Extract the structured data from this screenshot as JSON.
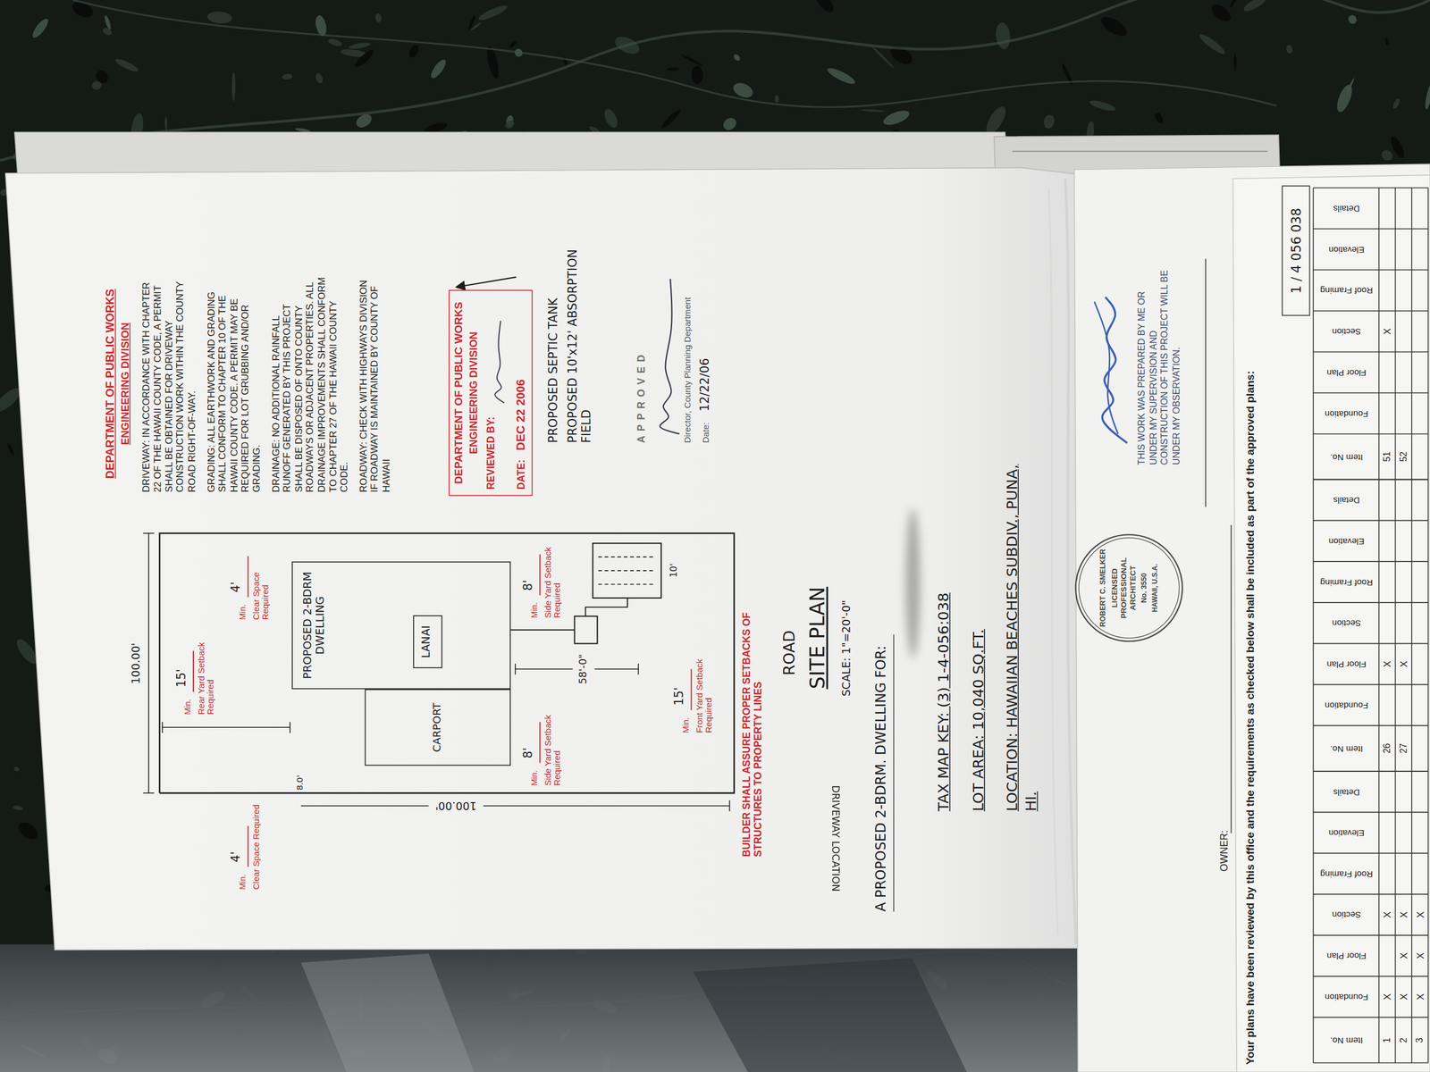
{
  "diagram": {
    "title": "SITE PLAN",
    "nodes": [
      {
        "text": [
          "DEPARTMENT OF PUBLIC WORKS",
          "ENGINEERING DIVISION",
          "REVIEWED BY:",
          "DATE:",
          "DEC 22 2006"
        ]
      },
      {
        "text": [
          "PROPOSED 2-BDRM DWELLING"
        ]
      },
      {
        "text": [
          "LANAI"
        ],
        "in": 1
      },
      {
        "text": [
          "CARPORT"
        ]
      },
      {
        "text": [
          "ROBERT C. SMELKER",
          "LICENSED PROFESSIONAL ARCHITECT",
          "No. 3550",
          "HAWAII, U.S.A."
        ]
      }
    ],
    "labels": [
      "DEPARTMENT OF PUBLIC WORKS",
      "ENGINEERING DIVISION",
      "DRIVEWAY: IN ACCORDANCE WITH CHAPTER 22 OF THE HAWAII COUNTY CODE, A PERMIT SHALL BE OBTAINED FOR DRIVEWAY CONSTRUCTION WORK WITHIN THE COUNTY ROAD RIGHT-OF-WAY.",
      "GRADING: ALL EARTHWORK AND GRADING SHALL CONFORM TO CHAPTER 10 OF THE HAWAII COUNTY CODE. A PERMIT MAY BE REQUIRED FOR LOT GRUBBING AND/OR GRADING.",
      "DRAINAGE: NO ADDITIONAL RAINFALL RUNOFF GENERATED BY THIS PROJECT SHALL BE DISPOSED OF ONTO COUNTY ROADWAYS OR ADJACENT PROPERTIES. ALL DRAINAGE IMPROVEMENTS SHALL CONFORM TO CHAPTER 27 OF THE HAWAII COUNTY CODE.",
      "ROADWAY: CHECK WITH HIGHWAYS DIVISION IF ROADWAY IS MAINTAINED BY COUNTY OF HAWAII",
      "PROPOSED SEPTIC TANK",
      "PROPOSED 10'x12' ABSORPTION FIELD",
      "APPROVED",
      "Director, County Planning Department",
      "Date:",
      "12/22/06",
      "SCALE: 1\"=20'-0\"",
      "A PROPOSED 2-BDRM. DWELLING FOR:",
      "TAX MAP KEY: (3) 1-4-056:038",
      "LOT AREA: 10,040 SQ.FT.",
      "LOCATION: HAWAIIAN BEACHES SUBDIV., PUNA, HI.",
      "100.00'",
      "100.00'",
      "Min.",
      "15'",
      "Rear Yard Setback Required",
      "Min.",
      "4'",
      "Clear Space Required",
      "Min.",
      "4'",
      "Clear Space Required",
      "Min.",
      "8'",
      "Side Yard Setback Required",
      "Min.",
      "8'",
      "Side Yard Setback Required",
      "58'-0\"",
      "Min.",
      "15'",
      "Front Yard Setback Required",
      "10'",
      "8.0'",
      "BUILDER SHALL ASSURE PROPER SETBACKS OF STRUCTURES TO PROPERTY LINES",
      "ROAD",
      "DRIVEWAY LOCATION",
      "THIS WORK WAS PREPARED BY ME OR UNDER MY SUPERVISION AND CONSTRUCTION OF THIS PROJECT WILL BE UNDER MY OBSERVATION.",
      "OWNER:",
      "Your plans have been reviewed by this office and the requirements as checked below shall be included as part of the approved plans:",
      "1 / 4 056 038",
      "Item No.",
      "Foundation",
      "Floor Plan",
      "Section",
      "Roof Framing",
      "Elevation",
      "Details",
      "Item No.",
      "Foundation",
      "Floor Plan",
      "Section",
      "Roof Framing",
      "Elevation",
      "Details",
      "Item No.",
      "Foundation",
      "Floor Plan",
      "Section",
      "Roof Framing",
      "Elevation",
      "Details",
      "1",
      "2",
      "3",
      "26",
      "27",
      "51",
      "52",
      "X",
      "X",
      "X",
      "X",
      "X",
      "X",
      "X",
      "X",
      "X",
      "X",
      "X"
    ]
  }
}
